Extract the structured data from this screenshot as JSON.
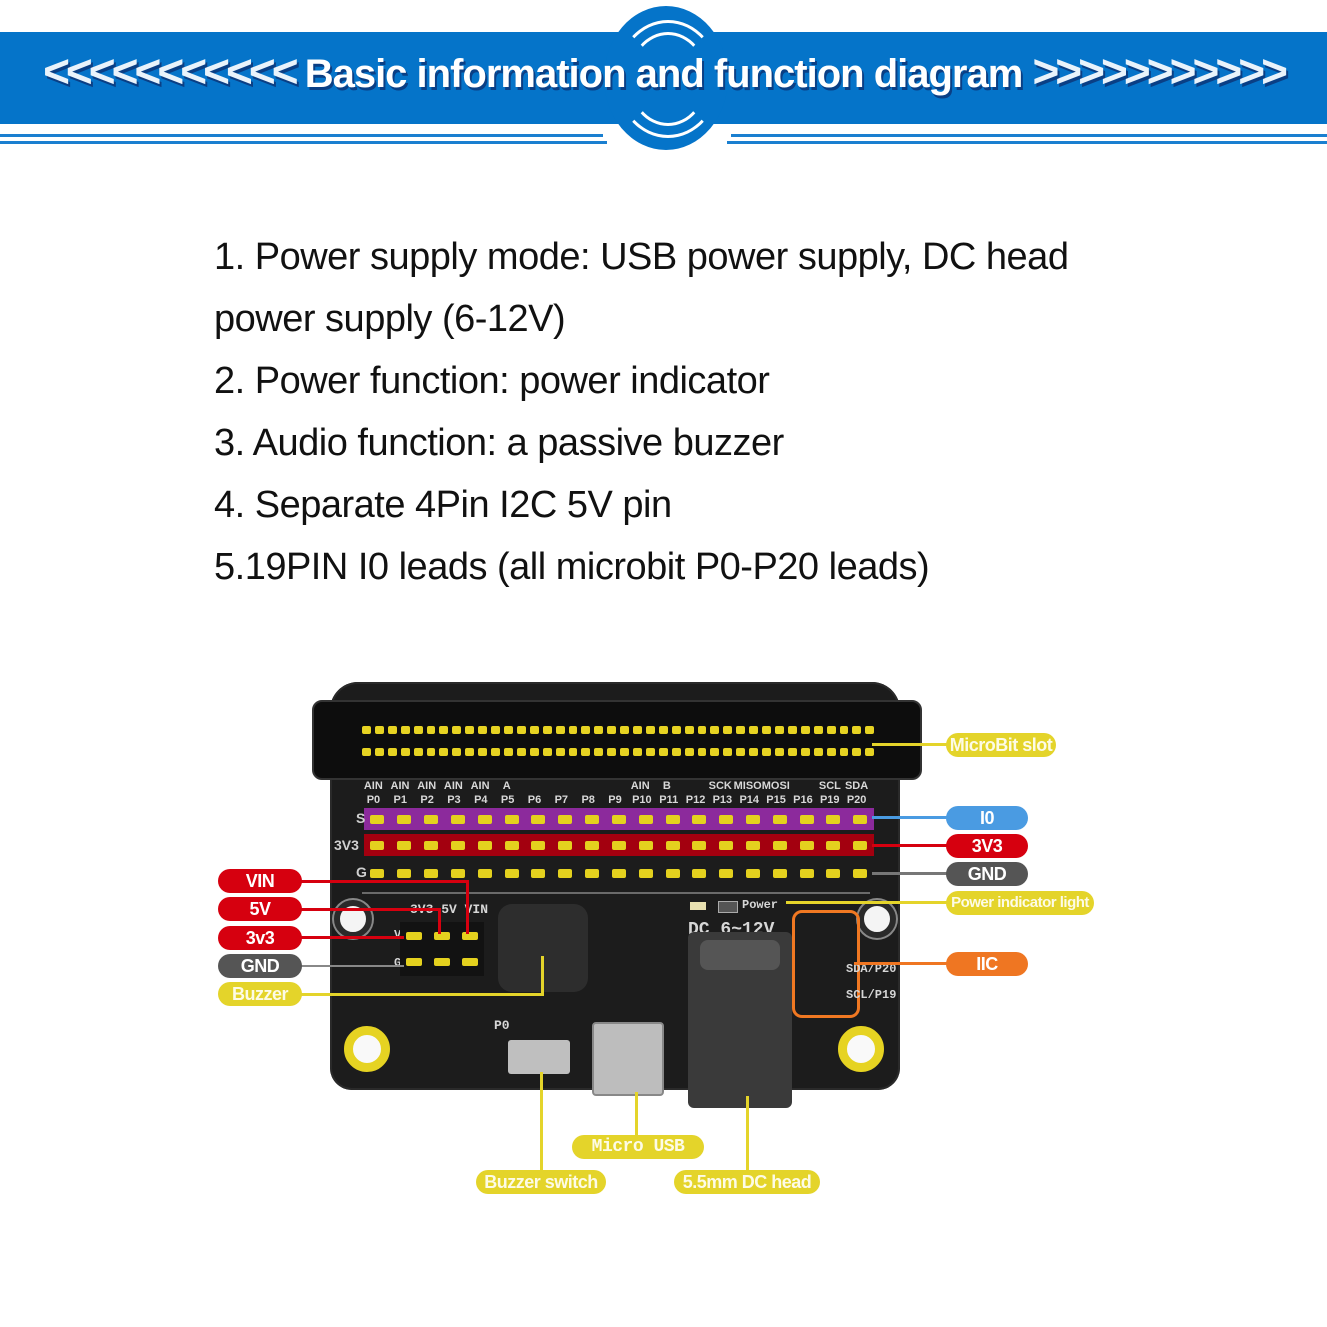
{
  "banner": {
    "title": "Basic information and function diagram",
    "left_chevrons": "<<<<<<<<<<<",
    "right_chevrons": ">>>>>>>>>>>",
    "color": "#0574c9"
  },
  "features": [
    "1. Power supply mode: USB power supply, DC head",
    "power supply (6-12V)",
    "2. Power function: power indicator",
    "3. Audio function: a passive buzzer",
    "4. Separate 4Pin I2C 5V pin",
    "5.19PIN I0 leads (all microbit P0-P20 leads)"
  ],
  "board": {
    "pin_functions": [
      "AIN",
      "AIN",
      "AIN",
      "AIN",
      "AIN",
      "A",
      "",
      "",
      "",
      "",
      "AIN",
      "B",
      "",
      "SCK",
      "MISO",
      "MOSI",
      "",
      "SCL",
      "SDA"
    ],
    "pin_names": [
      "P0",
      "P1",
      "P2",
      "P3",
      "P4",
      "P5",
      "P6",
      "P7",
      "P8",
      "P9",
      "P10",
      "P11",
      "P12",
      "P13",
      "P14",
      "P15",
      "P16",
      "P19",
      "P20"
    ],
    "row_labels": {
      "signal": "S",
      "power": "3V3",
      "ground": "G"
    },
    "power_header_labels": {
      "top": "3V3 5V VIN",
      "v": "V",
      "g": "G"
    },
    "power_led_label": "Power",
    "dc_label": "DC 6~12V",
    "iic_labels": [
      "SDA/P20",
      "SCL/P19"
    ],
    "switch_label": "P0"
  },
  "callouts": {
    "microbit_slot": "MicroBit slot",
    "io": "I0",
    "v3v3": "3V3",
    "gnd_right": "GND",
    "power_indicator": "Power indicator light",
    "iic": "IIC",
    "vin": "VIN",
    "v5": "5V",
    "v3v3_left": "3v3",
    "gnd_left": "GND",
    "buzzer": "Buzzer",
    "micro_usb": "Micro USB",
    "buzzer_switch": "Buzzer switch",
    "dc_head": "5.5mm DC head"
  },
  "colors": {
    "yellow": "#e4d42a",
    "red": "#d6000f",
    "blue": "#4a9be2",
    "gray": "#555555",
    "orange": "#ef7622",
    "purple_row": "#8c2a9c",
    "red_row": "#a3000f"
  }
}
